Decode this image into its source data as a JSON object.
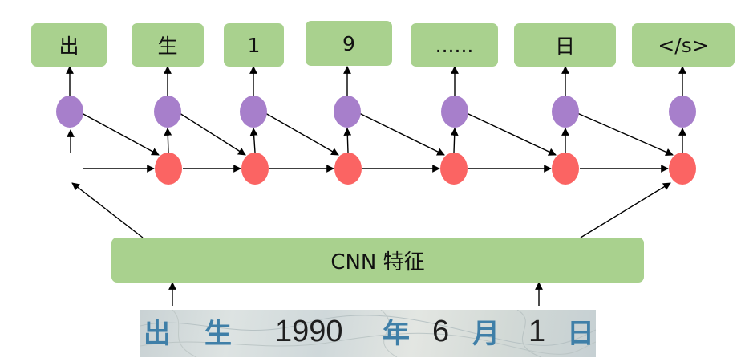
{
  "outputs": [
    "出",
    "生",
    "1",
    "9",
    "......",
    "日",
    "</s>"
  ],
  "feature_label": "CNN 特征",
  "card": {
    "chars": [
      "出",
      "生",
      "年",
      "月",
      "日"
    ],
    "numbers": [
      "1990",
      "6",
      "1"
    ]
  },
  "colors": {
    "box": "#a9d18e",
    "output_node": "#a77fcb",
    "hidden_node": "#fb6463",
    "arrow": "#000000"
  }
}
